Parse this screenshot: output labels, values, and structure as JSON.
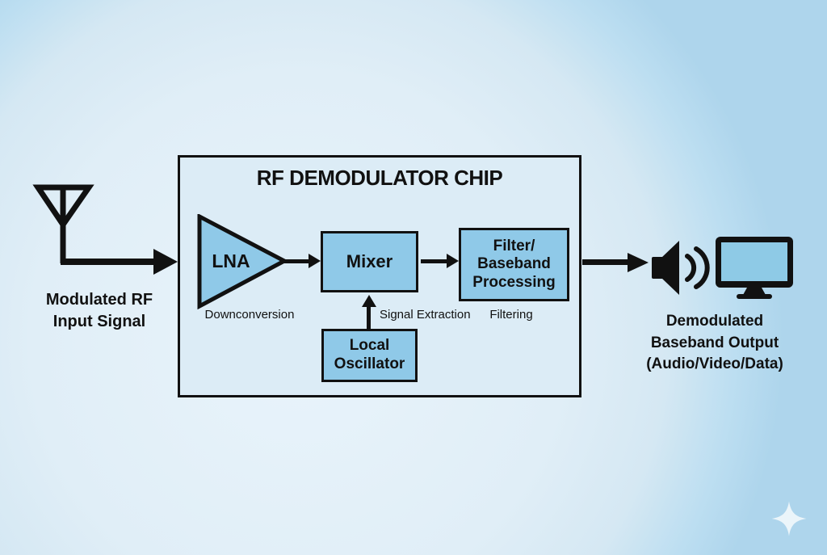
{
  "diagram": {
    "title": "RF DEMODULATOR CHIP",
    "input_label": {
      "line1": "Modulated RF",
      "line2": "Input Signal"
    },
    "blocks": {
      "lna": "LNA",
      "mixer": "Mixer",
      "filter": [
        "Filter/",
        "Baseband",
        "Processing"
      ],
      "local_oscillator": [
        "Local",
        "Oscillator"
      ]
    },
    "sublabels": {
      "downconversion": "Downconversion",
      "signal_extraction": "Signal Extraction",
      "filtering": "Filtering"
    },
    "output_label": {
      "line1": "Demodulated",
      "line2": "Baseband Output",
      "line3": "(Audio/Video/Data)"
    },
    "icons": [
      "antenna-icon",
      "speaker-icon",
      "monitor-icon",
      "sparkle-icon"
    ],
    "colors": {
      "bg_light": "#e9f4fb",
      "bg_dark": "#aed5ec",
      "chip_fill": "#dcecf6",
      "block_fill": "#8fc9e8",
      "screen_fill": "#8ecae6",
      "line": "#111111"
    }
  }
}
